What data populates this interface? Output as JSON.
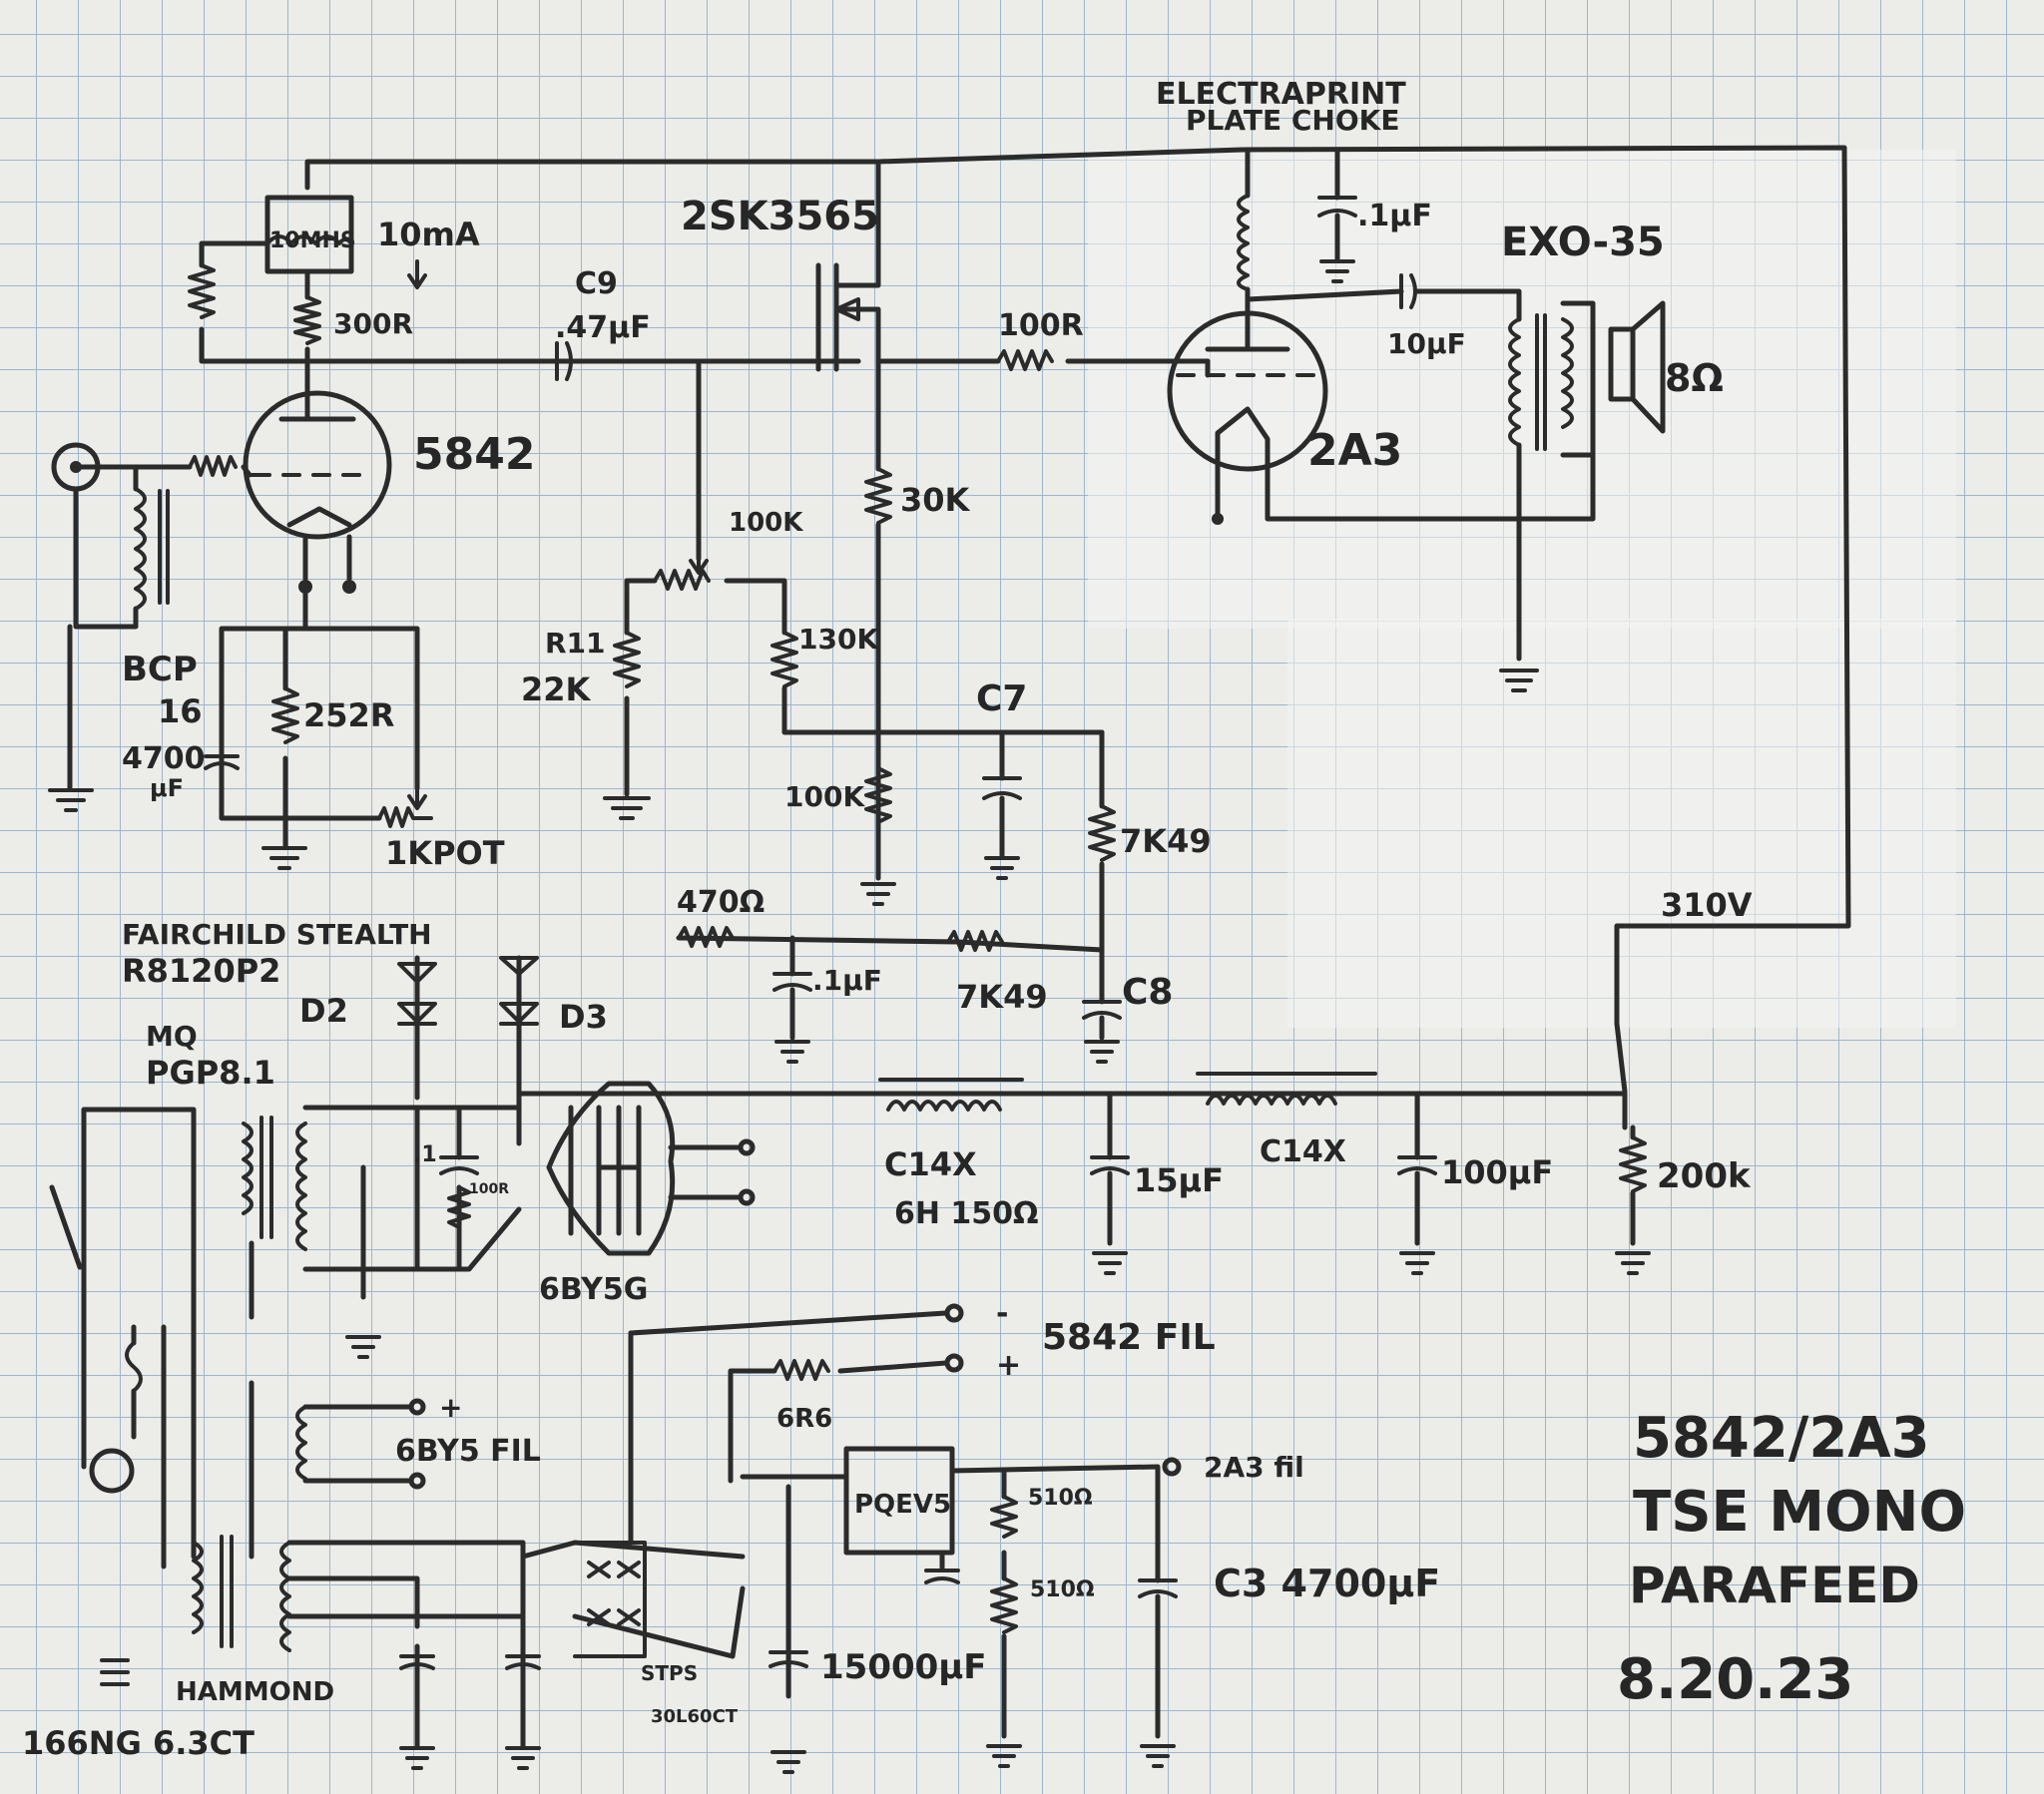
{
  "labels": {
    "choke_brand": "ELECTRAPRINT",
    "choke_type": "PLATE CHOKE",
    "mosfet": "2SK3565",
    "ccs_inductor": "10MHS",
    "ccs_current": "10mA",
    "r_300": "300R",
    "c9_name": "C9",
    "c9_value": ".47μF",
    "r_gate": "100R",
    "c_choke": ".1μF",
    "c_couple": "10μF",
    "xfmr": "EXO-35",
    "speaker": "8Ω",
    "tube_in": "5842",
    "tube_out": "2A3",
    "r_30k": "30K",
    "pot_100k": "100K",
    "r11_name": "R11",
    "r11_value": "22K",
    "r_130k": "130K",
    "bcp": "BCP",
    "bcp_num": "16",
    "c_cath_value": "4700",
    "c_cath_unit": "μF",
    "r_252": "252R",
    "pot_1k": "1KPOT",
    "c7": "C7",
    "r_100k_b": "100K",
    "r_7k49_a": "7K49",
    "r_470": "470Ω",
    "diode_brand": "FAIRCHILD STEALTH",
    "diode_part": "R8120P2",
    "c_01": ".1μF",
    "r_7k49_b": "7K49",
    "c8": "C8",
    "d2": "D2",
    "d3": "D3",
    "mq": "MQ",
    "mq_part": "PGP8.1",
    "v_b_plus": "310V",
    "ch1": "C14X",
    "ch1_spec": "6H 150Ω",
    "c_15": "15μF",
    "ch2": "C14X",
    "c_100": "100μF",
    "r_200k": "200k",
    "snub_c": ".1",
    "snub_r": "100R",
    "rect": "6BY5G",
    "fil_5842": "5842 FIL",
    "plus_sign": "+",
    "minus_sign": "-",
    "r_6r6": "6R6",
    "fil_6by5": "6BY5 FIL",
    "reg": "PQEV5",
    "r_510_a": "510Ω",
    "r_510_b": "510Ω",
    "fil_2a3": "2A3 fil",
    "c3": "C3 4700μF",
    "c_15000": "15000μF",
    "bridge_part": "STPS",
    "bridge_part2": "30L60CT",
    "hammond": "HAMMOND",
    "fil_xfmr": "166NG 6.3CT",
    "title_1": "5842/2A3",
    "title_2": "TSE MONO",
    "title_3": "PARAFEED",
    "date": "8.20.23"
  }
}
